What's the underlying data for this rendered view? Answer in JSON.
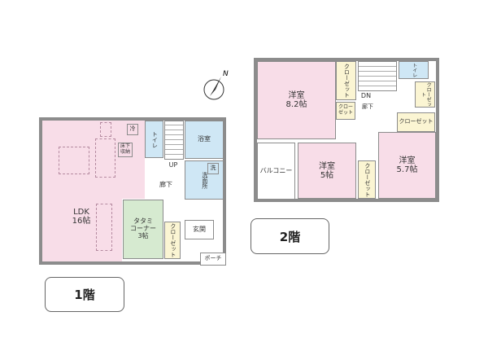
{
  "compass": {
    "label": "N",
    "icon": "compass-north-arrow-icon"
  },
  "floor1": {
    "label": "1階",
    "rooms": {
      "ldk": "LDK\n16帖",
      "fridge": "冷",
      "underfloor": "床下\n収納",
      "toilet": "トイレ",
      "stairs_up": "UP",
      "bath": "浴室",
      "washroom": "洗面所",
      "washer": "洗",
      "hallway": "廊下",
      "tatami": "タタミ\nコーナー\n3帖",
      "closet": "クローゼット",
      "entrance": "玄関",
      "porch": "ポーチ"
    }
  },
  "floor2": {
    "label": "2階",
    "rooms": {
      "western_a": "洋室\n8.2帖",
      "closet_a": "クローゼット",
      "closet_small": "クロー\nゼット",
      "stairs_down": "DN",
      "hallway": "廊下",
      "toilet": "トイレ",
      "closet_b": "クローゼット",
      "closet_c": "クローゼット",
      "balcony": "バルコニー",
      "western_b": "洋室\n5帖",
      "closet_d": "クローゼット",
      "western_c": "洋室\n5.7帖"
    }
  },
  "colors": {
    "living": "#f8dde8",
    "wet": "#cfe7f5",
    "tatami": "#d6ead0",
    "storage": "#fbf5d3",
    "wall": "#8c8c8c"
  }
}
